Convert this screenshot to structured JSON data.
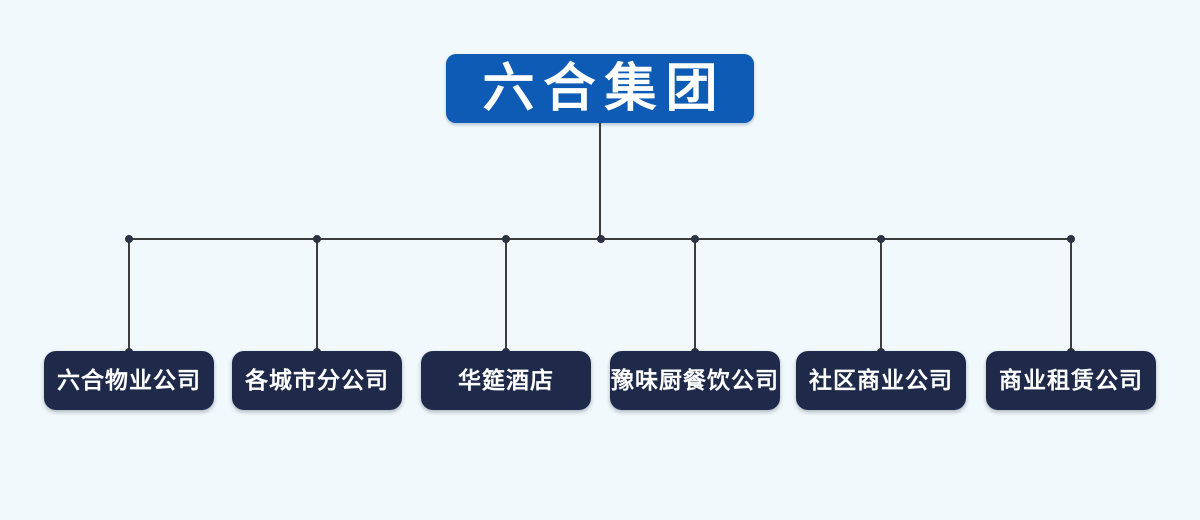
{
  "org_chart": {
    "root": {
      "label": "六合集团"
    },
    "children": [
      {
        "label": "六合物业公司"
      },
      {
        "label": "各城市分公司"
      },
      {
        "label": "华筵酒店"
      },
      {
        "label": "豫味厨餐饮公司"
      },
      {
        "label": "社区商业公司"
      },
      {
        "label": "商业租赁公司"
      }
    ],
    "colors": {
      "page_background": "#F1F9FC",
      "root_background": "#0D5BB4",
      "child_background": "#1F2A4A",
      "node_text": "#FFFFFF",
      "connector_line": "#3C3C3C",
      "connector_dot": "#2B3242"
    }
  }
}
